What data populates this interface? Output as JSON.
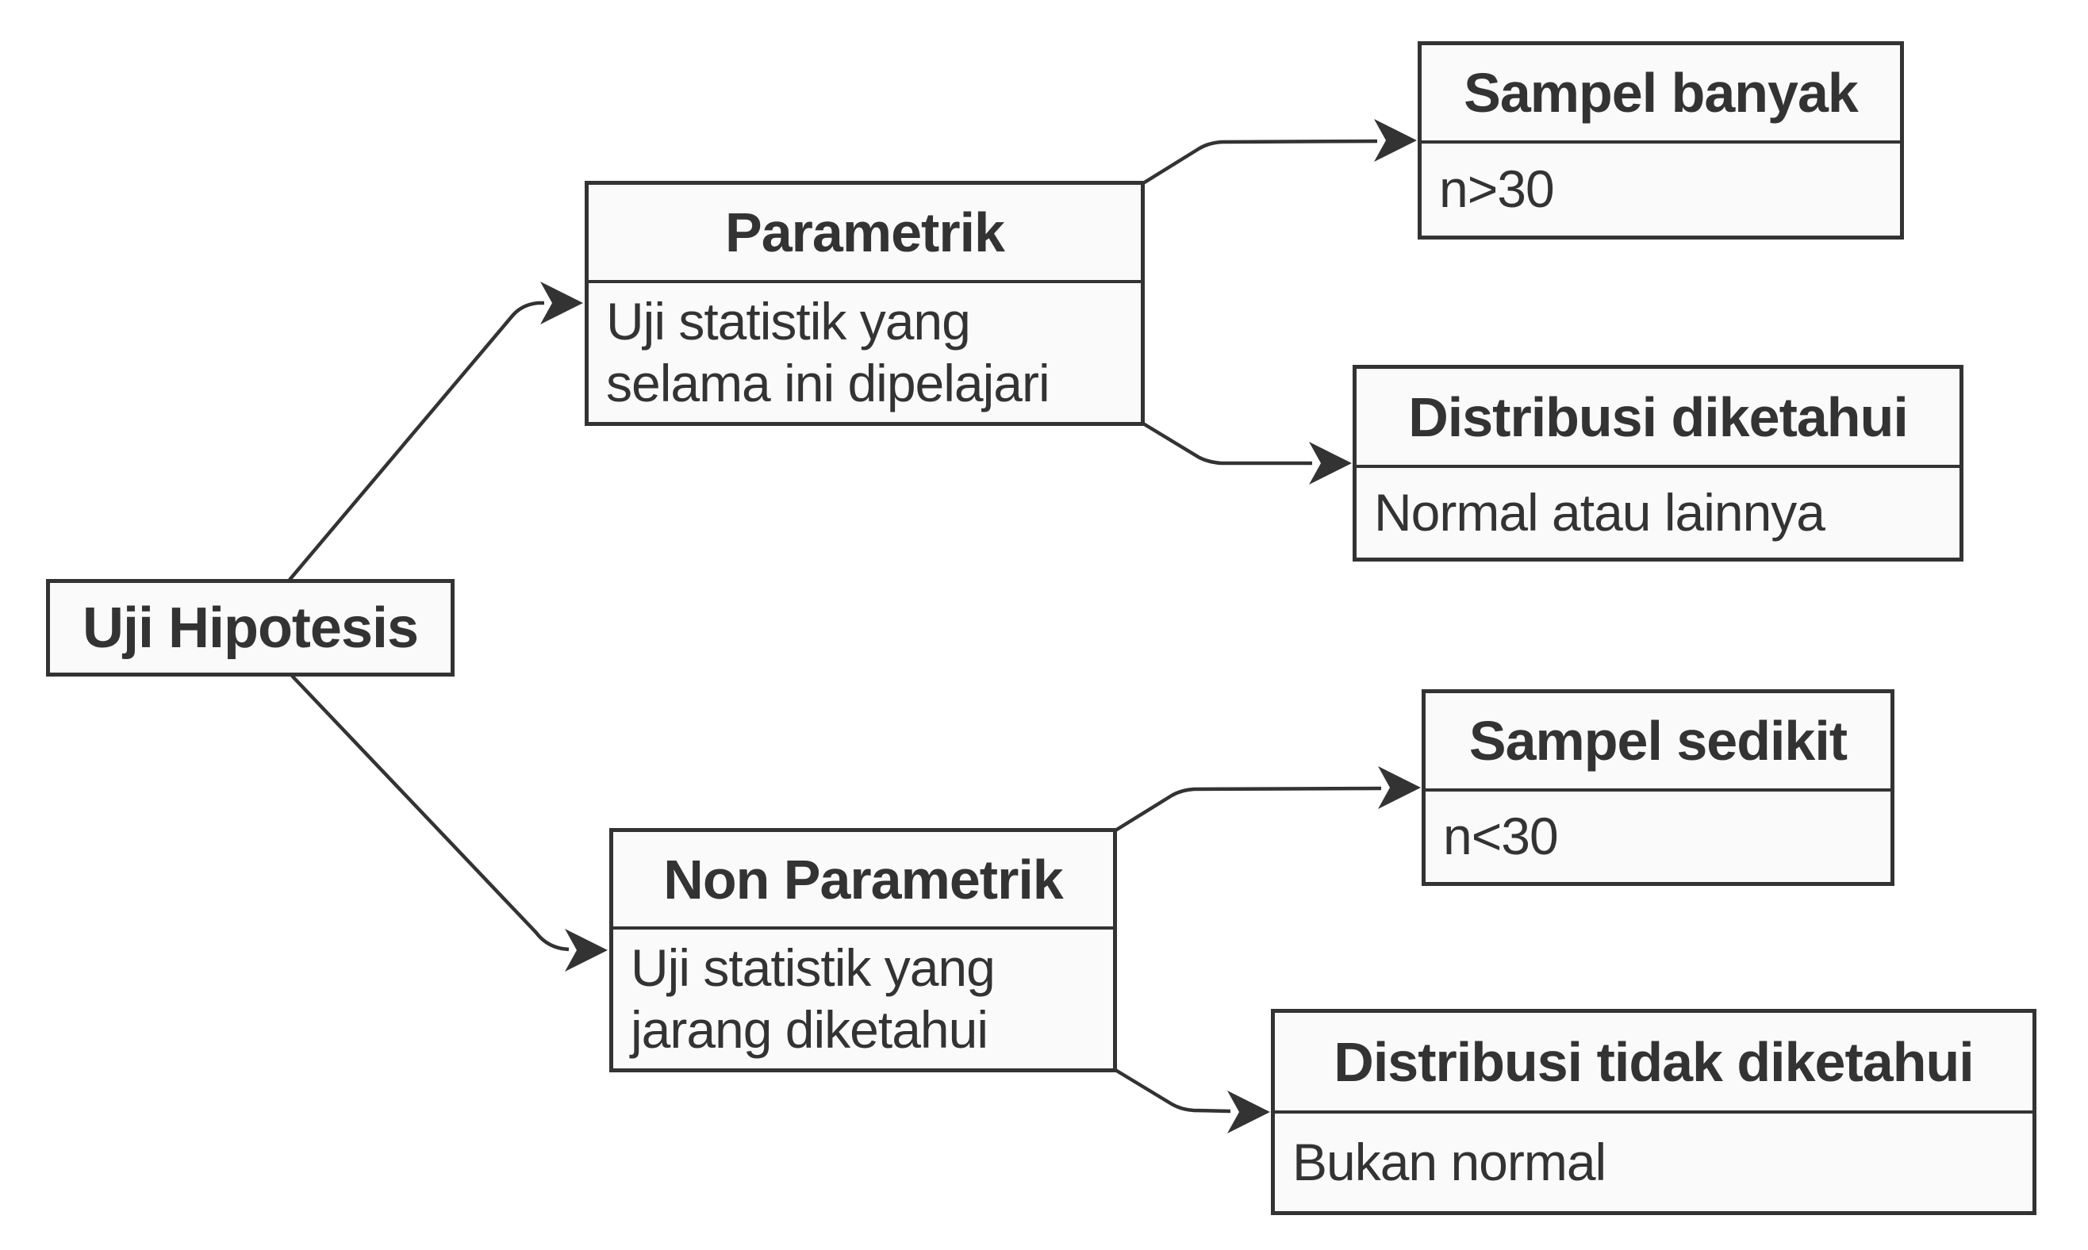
{
  "diagram": {
    "title_implicit": "Uji Hipotesis flowchart",
    "root": {
      "label": "Uji Hipotesis"
    },
    "nodes": {
      "parametrik": {
        "title": "Parametrik",
        "body": "Uji statistik yang selama ini dipelajari"
      },
      "sampel_banyak": {
        "title": "Sampel banyak",
        "body": "n>30"
      },
      "distribusi_diketahui": {
        "title": "Distribusi diketahui",
        "body": "Normal atau lainnya"
      },
      "non_parametrik": {
        "title": "Non Parametrik",
        "body": "Uji statistik yang jarang diketahui"
      },
      "sampel_sedikit": {
        "title": "Sampel sedikit",
        "body": "n<30"
      },
      "distribusi_tidak_diketahui": {
        "title": "Distribusi tidak diketahui",
        "body": "Bukan normal"
      }
    },
    "edges": [
      {
        "from": "uji_hipotesis",
        "to": "parametrik"
      },
      {
        "from": "uji_hipotesis",
        "to": "non_parametrik"
      },
      {
        "from": "parametrik",
        "to": "sampel_banyak"
      },
      {
        "from": "parametrik",
        "to": "distribusi_diketahui"
      },
      {
        "from": "non_parametrik",
        "to": "sampel_sedikit"
      },
      {
        "from": "non_parametrik",
        "to": "distribusi_tidak_diketahui"
      }
    ],
    "colors": {
      "border": "#333333",
      "fill": "#fafafa",
      "text": "#333333",
      "background": "#ffffff"
    }
  }
}
